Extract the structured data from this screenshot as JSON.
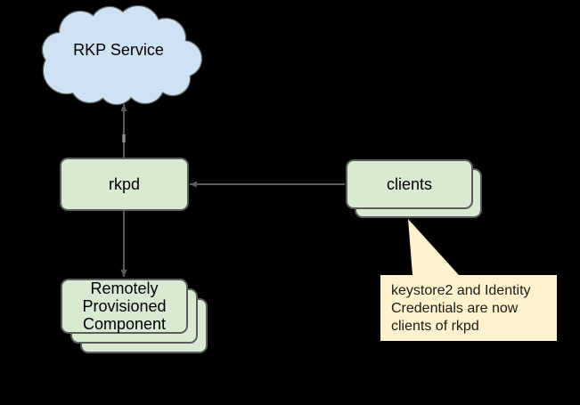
{
  "canvas": {
    "background": "#000000",
    "line_color": "#5b5b5b"
  },
  "nodes": {
    "rkp_service": {
      "label": "RKP Service",
      "shape": "cloud",
      "fill": "#cfe2f3",
      "border": "#5b5b5b"
    },
    "rkpd": {
      "label": "rkpd",
      "shape": "rounded-rect",
      "fill": "#d9ead3",
      "border": "#5b5b5b"
    },
    "clients": {
      "label": "clients",
      "shape": "stacked-rect-x2",
      "fill": "#d9ead3",
      "border": "#5b5b5b"
    },
    "rpc": {
      "label": "Remotely Provisioned Component",
      "shape": "stacked-rect-x3",
      "fill": "#d9ead3",
      "border": "#5b5b5b"
    }
  },
  "connectors": [
    {
      "id": "rkpd-to-rkp-service",
      "from": "rkpd",
      "to": "rkp_service",
      "arrowhead": "at-cloud"
    },
    {
      "id": "clients-to-rkpd",
      "from": "clients",
      "to": "rkpd",
      "arrowhead": "at-rkpd"
    },
    {
      "id": "rkpd-to-rpc",
      "from": "rkpd",
      "to": "rpc",
      "arrowhead": "at-rpc"
    }
  ],
  "callout": {
    "text": "keystore2 and Identity Credentials are now clients of rkpd",
    "fill": "#fff2cc",
    "text_color": "#1c1c1c",
    "points_to": "clients"
  }
}
